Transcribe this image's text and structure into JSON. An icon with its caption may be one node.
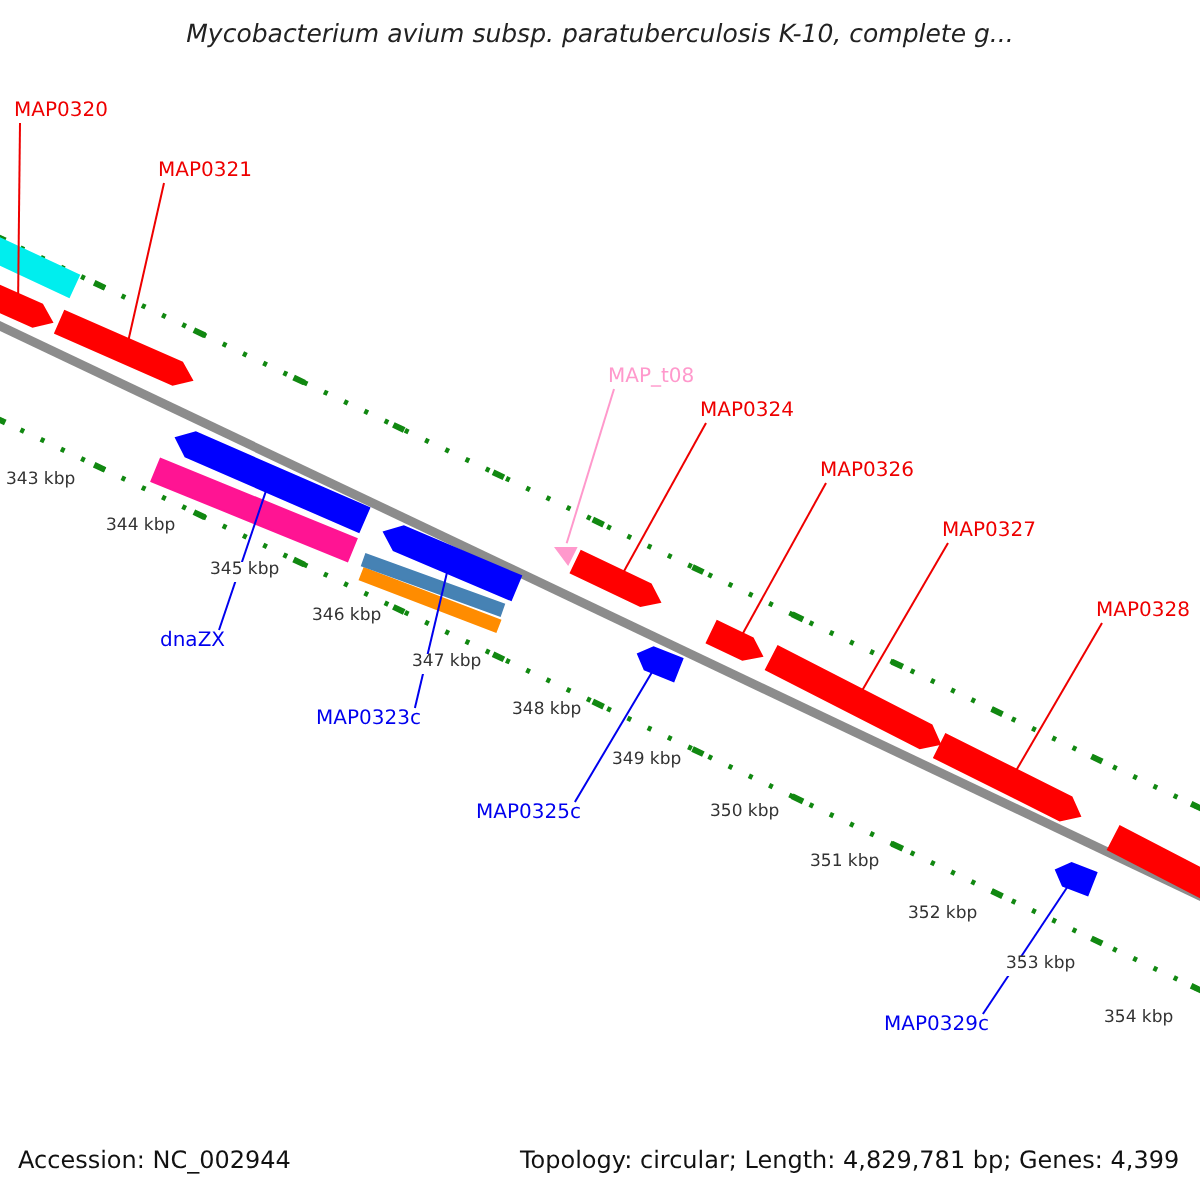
{
  "diagram": {
    "title": "Mycobacterium avium subsp. paratuberculosis K-10, complete g...",
    "nodes": [
      {
        "text": [
          "MAP0320"
        ]
      },
      {
        "text": [
          "MAP0321"
        ]
      },
      {
        "text": [
          "MAP_t08"
        ]
      },
      {
        "text": [
          "MAP0324"
        ]
      },
      {
        "text": [
          "MAP0326"
        ]
      },
      {
        "text": [
          "MAP0327"
        ]
      },
      {
        "text": [
          "MAP0328"
        ]
      },
      {
        "text": [
          "dnaZX"
        ]
      },
      {
        "text": [
          "MAP0323c"
        ]
      },
      {
        "text": [
          "MAP0325c"
        ]
      },
      {
        "text": [
          "MAP0329c"
        ]
      },
      {
        "text": [],
        "shape": "bar"
      },
      {
        "text": [],
        "shape": "arrow"
      },
      {
        "text": [],
        "shape": "arrow"
      },
      {
        "text": [],
        "shape": "bar"
      },
      {
        "text": [],
        "shape": "arrow"
      },
      {
        "text": [],
        "shape": "bar"
      },
      {
        "text": [],
        "shape": "bar"
      },
      {
        "text": [],
        "shape": "arrow"
      },
      {
        "text": [],
        "shape": "triangle"
      },
      {
        "text": [],
        "shape": "arrow"
      },
      {
        "text": [],
        "shape": "arrow"
      },
      {
        "text": [],
        "shape": "arrow"
      },
      {
        "text": [],
        "shape": "arrow"
      },
      {
        "text": [],
        "shape": "arrow"
      },
      {
        "text": [],
        "shape": "arrow"
      },
      {
        "text": [],
        "shape": "arrow"
      }
    ],
    "edges": [
      {
        "from": 0,
        "to": 12,
        "arrow": "none"
      },
      {
        "from": 1,
        "to": 13,
        "arrow": "none"
      },
      {
        "from": 2,
        "to": 19,
        "arrow": "none",
        "color": "#ff99cc"
      },
      {
        "from": 3,
        "to": 20,
        "arrow": "none"
      },
      {
        "from": 4,
        "to": 22,
        "arrow": "none"
      },
      {
        "from": 5,
        "to": 23,
        "arrow": "none"
      },
      {
        "from": 6,
        "to": 24,
        "arrow": "none"
      },
      {
        "from": 7,
        "to": 15,
        "arrow": "none",
        "color": "#0000ee"
      },
      {
        "from": 8,
        "to": 18,
        "arrow": "none",
        "color": "#0000ee"
      },
      {
        "from": 9,
        "to": 21,
        "arrow": "none",
        "color": "#0000ee"
      },
      {
        "from": 10,
        "to": 25,
        "arrow": "none",
        "color": "#0000ee"
      }
    ],
    "labels": [
      "343 kbp",
      "344 kbp",
      "345 kbp",
      "346 kbp",
      "347 kbp",
      "348 kbp",
      "349 kbp",
      "350 kbp",
      "351 kbp",
      "352 kbp",
      "353 kbp",
      "354 kbp",
      "Accession: NC_002944",
      "Topology: circular; Length: 4,829,781 bp; Genes: 4,399"
    ]
  }
}
